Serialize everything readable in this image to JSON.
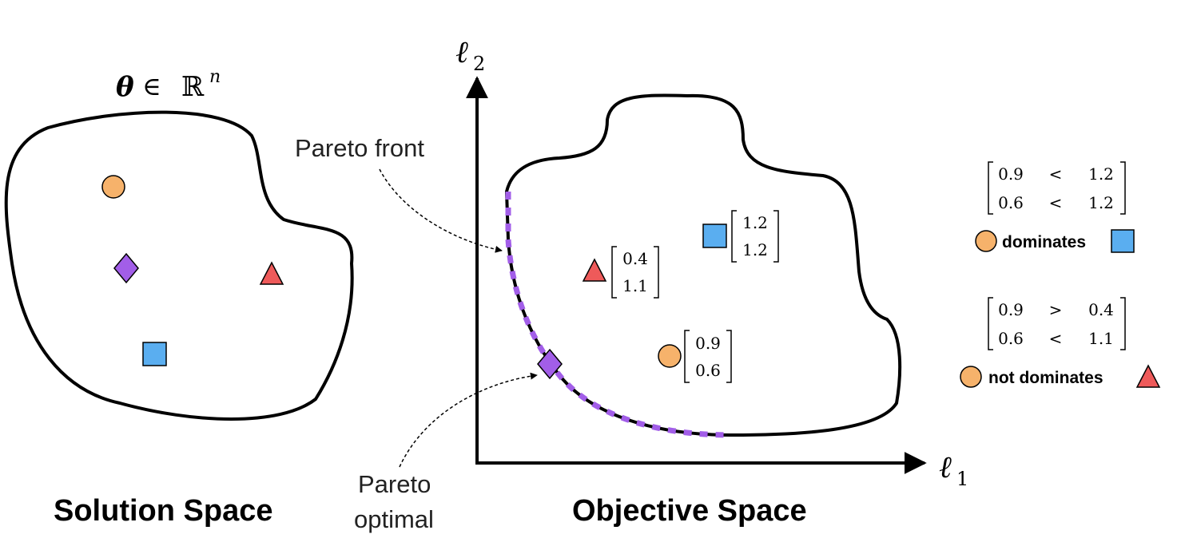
{
  "solution_space": {
    "title": "Solution Space",
    "param_symbol": "θ",
    "param_in": "∈",
    "param_set": "ℝ",
    "param_exp": "n"
  },
  "objective_space": {
    "title": "Objective Space",
    "axis_x": {
      "symbol": "ℓ",
      "sub": "1"
    },
    "axis_y": {
      "symbol": "ℓ",
      "sub": "2"
    },
    "pareto_front_label": "Pareto front",
    "pareto_optimal_line1": "Pareto",
    "pareto_optimal_line2": "optimal",
    "points": {
      "triangle": {
        "top": "0.4",
        "bottom": "1.1"
      },
      "square": {
        "top": "1.2",
        "bottom": "1.2"
      },
      "circle": {
        "top": "0.9",
        "bottom": "0.6"
      }
    }
  },
  "comparisons": [
    {
      "row1": [
        "0.9",
        "<",
        "1.2"
      ],
      "row2": [
        "0.6",
        "<",
        "1.2"
      ],
      "label": "dominates"
    },
    {
      "row1": [
        "0.9",
        ">",
        "0.4"
      ],
      "row2": [
        "0.6",
        "<",
        "1.1"
      ],
      "label": "not dominates"
    }
  ],
  "colors": {
    "circle": "#f6b26b",
    "triangle": "#ee5a5a",
    "square": "#5aaef0",
    "diamond": "#a25ee8",
    "pareto_front": "#a25ee8",
    "outline": "#000000"
  },
  "icons": [
    "circle-marker",
    "diamond-marker",
    "triangle-marker",
    "square-marker"
  ]
}
